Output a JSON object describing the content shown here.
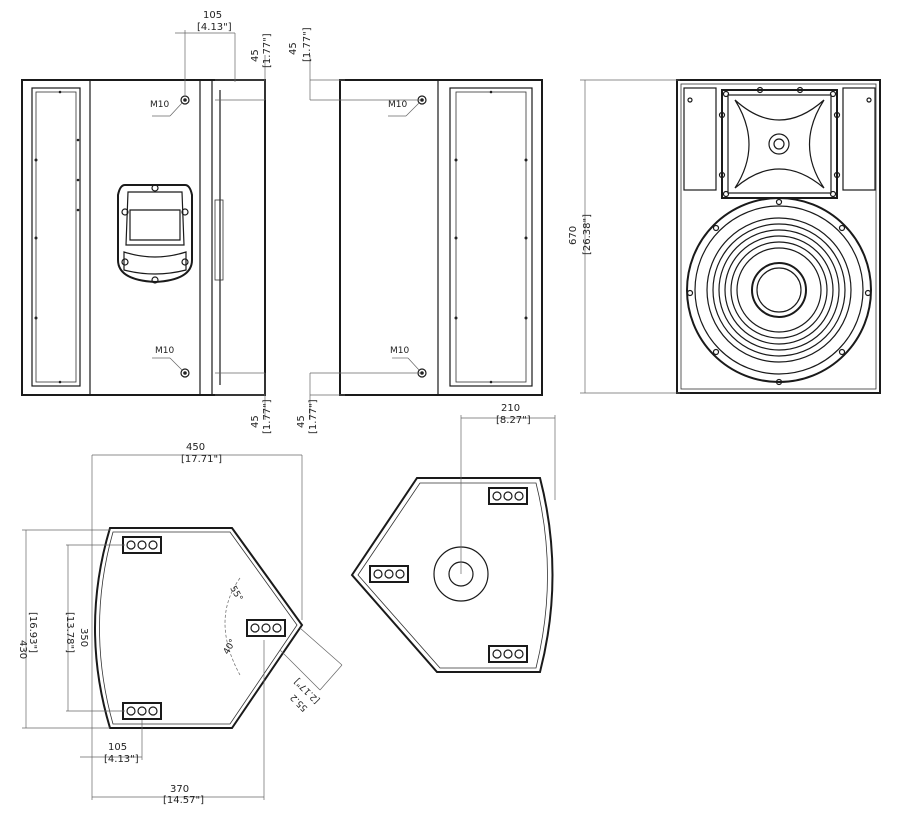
{
  "side_view": {
    "dim_top": "105",
    "dim_top_in": "[4.13\"]",
    "dim_top_right": "45",
    "dim_top_right_in": "[1.77\"]",
    "dim_bottom_right": "45",
    "dim_bottom_right_in": "[1.77\"]",
    "thread_top": "M10",
    "thread_bottom": "M10"
  },
  "rear_view": {
    "dim_top": "45",
    "dim_top_in": "[1.77\"]",
    "dim_bottom": "45",
    "dim_bottom_in": "[1.77\"]",
    "thread_top": "M10",
    "thread_bottom": "M10"
  },
  "front_view": {
    "height": "670",
    "height_in": "[26.38\"]"
  },
  "top_view": {
    "width": "450",
    "width_in": "[17.71\"]",
    "depth_outer": "430",
    "depth_outer_in": "[16.93\"]",
    "depth_inner": "350",
    "depth_inner_in": "[13.78\"]",
    "angle_1": "55°",
    "angle_2": "40°",
    "offset": "55.2",
    "offset_in": "[2.17\"]",
    "bottom_small": "105",
    "bottom_small_in": "[4.13\"]",
    "bottom_width": "370",
    "bottom_width_in": "[14.57\"]"
  },
  "bottom_view": {
    "dim": "210",
    "dim_in": "[8.27\"]"
  }
}
